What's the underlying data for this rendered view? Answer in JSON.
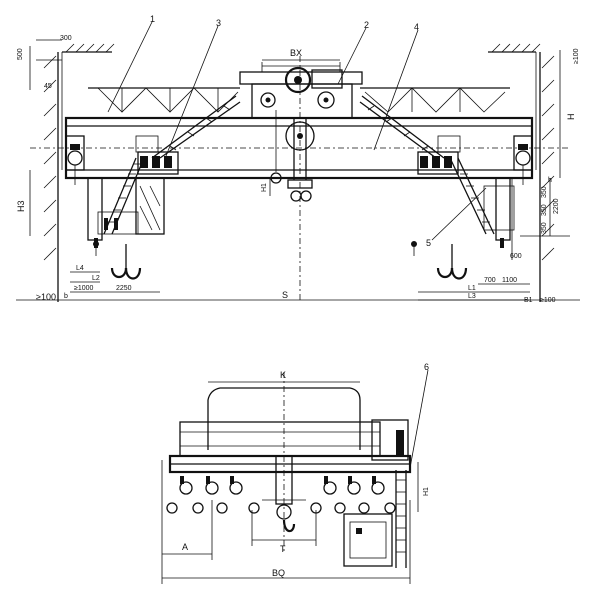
{
  "callouts": [
    "1",
    "2",
    "3",
    "4",
    "5",
    "6"
  ],
  "top_view": {
    "dims": {
      "clearance_top": "300",
      "offset_500": "500",
      "angle": "45",
      "bx": "BX",
      "gt100_top": "≥100",
      "h": "H",
      "h1": "H1",
      "h3": "H3",
      "h_small": "h",
      "d350a": "350",
      "d350b": "350",
      "d350c": "350",
      "d2200": "2200",
      "d600": "600",
      "d700": "700",
      "d1100": "1100",
      "l1": "L1",
      "l2": "L2",
      "l3": "L3",
      "l4": "L4",
      "gt1000": "≥1000",
      "d2250": "2250",
      "ge100_left": "≥100",
      "b_small": "b",
      "s": "S",
      "b1": "B1",
      "ge100_right": "≥100"
    }
  },
  "side_view": {
    "dims": {
      "k": "K",
      "h1": "H1",
      "a": "A",
      "t": "T",
      "bq": "BQ"
    }
  }
}
